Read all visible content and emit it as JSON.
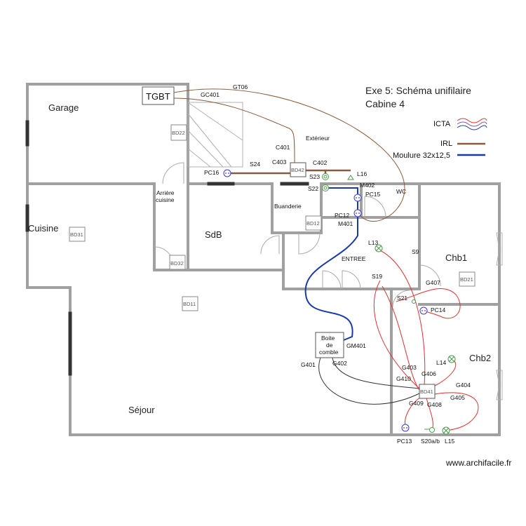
{
  "title": {
    "line1": "Exe 5: Schéma unifilaire",
    "line2": "Cabine 4"
  },
  "legend": [
    {
      "label": "ICTA",
      "color": "#e03030"
    },
    {
      "label": "IRL",
      "color": "#8b5a3c"
    },
    {
      "label": "Moulure 32x12,5",
      "color": "#1a3aa8"
    }
  ],
  "rooms": {
    "garage": "Garage",
    "arriere_1": "Arrière",
    "arriere_2": "cuisine",
    "cuisine": "Cuisine",
    "sdb": "SdB",
    "buanderie": "Buanderie",
    "wc": "WC",
    "entree": "ENTREE",
    "chb1": "Chb1",
    "chb2": "Chb2",
    "sejour": "Séjour",
    "exterieur": "Extérieur"
  },
  "boxes": {
    "tgbt": "TGBT",
    "bd22": "BD22",
    "bd42": "BD42",
    "bd31": "BD31",
    "bd32": "BD32",
    "bd12": "BD12",
    "bd11": "BD11",
    "bd21": "BD21",
    "bd41": "BD41",
    "boite_1": "Boite",
    "boite_2": "de",
    "boite_3": "comble"
  },
  "cables": {
    "gt06": "GT06",
    "gc401": "GC401",
    "c401": "C401",
    "c403": "C403",
    "c402": "C402",
    "m402": "M402",
    "m401": "M401",
    "gm401": "GM401",
    "g401": "G401",
    "g402": "G402",
    "g403": "G403",
    "g404": "G404",
    "g405": "G405",
    "g406": "G406",
    "g407": "G407",
    "g408": "G408",
    "g409": "G409",
    "g410": "G410"
  },
  "devices": {
    "pc16": "PC16",
    "s24": "S24",
    "s23": "S23",
    "l16": "L16",
    "s22": "S22",
    "pc15": "PC15",
    "pc12": "PC12",
    "l13": "L13",
    "s9": "S9",
    "s19": "S19",
    "s21": "S21",
    "pc14": "PC14",
    "l14": "L14",
    "pc13": "PC13",
    "s20ab": "S20a/b",
    "l15": "L15"
  },
  "footer": "www.archifacile.fr"
}
